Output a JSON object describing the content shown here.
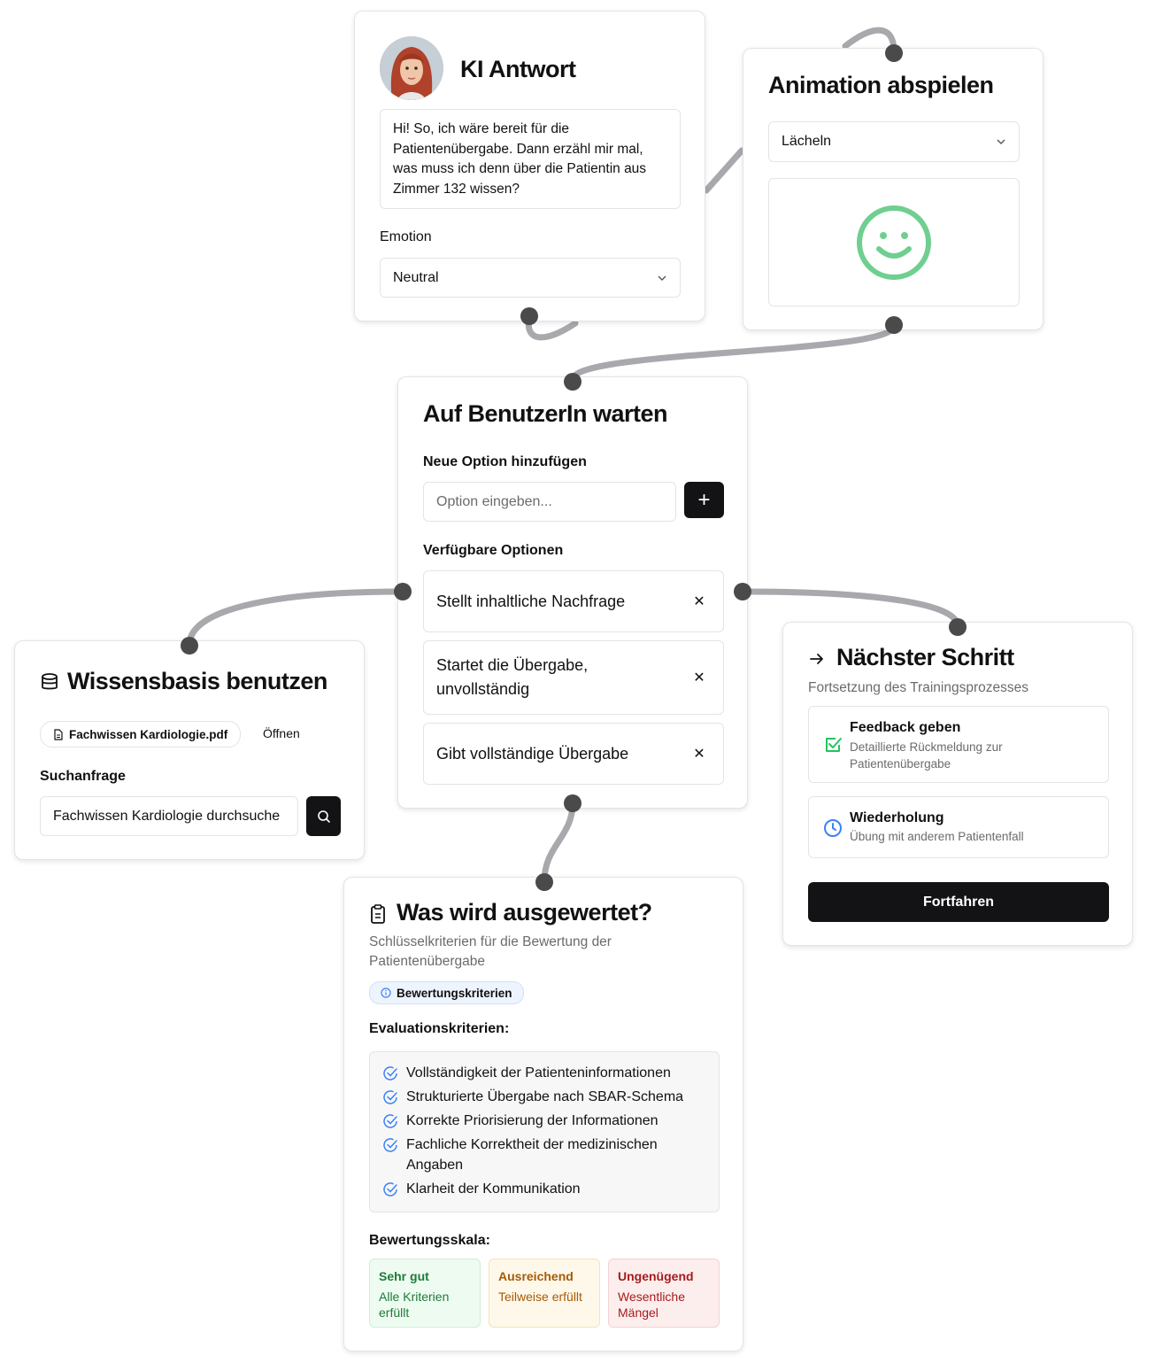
{
  "ki_antwort": {
    "title": "KI Antwort",
    "message": "Hi! So, ich wäre bereit für die Patientenübergabe. Dann erzähl mir mal, was muss ich denn über die Patientin aus Zimmer 132 wissen?",
    "emotion_label": "Emotion",
    "emotion_value": "Neutral"
  },
  "animation": {
    "title": "Animation abspielen",
    "selected": "Lächeln"
  },
  "warten": {
    "title": "Auf BenutzerIn warten",
    "add_label": "Neue Option hinzufügen",
    "input_placeholder": "Option eingeben...",
    "add_button": "+",
    "options_label": "Verfügbare Optionen",
    "options": [
      {
        "text": "Stellt inhaltliche Nachfrage"
      },
      {
        "text": "Startet die Übergabe, unvollständig"
      },
      {
        "text": "Gibt vollständige Übergabe"
      }
    ],
    "remove_glyph": "✕"
  },
  "wissensbasis": {
    "title": "Wissensbasis benutzen",
    "file_name": "Fachwissen Kardiologie.pdf",
    "open_link": "Öffnen",
    "query_label": "Suchanfrage",
    "query_value": "Fachwissen Kardiologie durchsuche"
  },
  "naechster": {
    "title": "Nächster Schritt",
    "subtitle": "Fortsetzung des Trainingsprozesses",
    "items": [
      {
        "title": "Feedback geben",
        "desc": "Detaillierte Rückmeldung zur Patientenübergabe",
        "icon": "check-square-icon"
      },
      {
        "title": "Wiederholung",
        "desc": "Übung mit anderem Patientenfall",
        "icon": "clock-icon"
      }
    ],
    "button": "Fortfahren"
  },
  "bewertung": {
    "title": "Was wird ausgewertet?",
    "subtitle": "Schlüsselkriterien für die Bewertung der Patientenübergabe",
    "badge": "Bewertungskriterien",
    "criteria_label": "Evaluationskriterien:",
    "criteria": [
      "Vollständigkeit der Patienteninformationen",
      "Strukturierte Übergabe nach SBAR-Schema",
      "Korrekte Priorisierung der Informationen",
      "Fachliche Korrektheit der medizinischen Angaben",
      "Klarheit der Kommunikation"
    ],
    "scale_label": "Bewertungsskala:",
    "scale": [
      {
        "title": "Sehr gut",
        "desc": "Alle Kriterien erfüllt"
      },
      {
        "title": "Ausreichend",
        "desc": "Teilweise erfüllt"
      },
      {
        "title": "Ungenügend",
        "desc": "Wesentliche Mängel"
      }
    ]
  },
  "colors": {
    "edge": "#a8a8ad",
    "handle": "#4a4a4a",
    "smiley": "#6fcf8f",
    "check_blue": "#3b82f6",
    "check_green": "#22c55e",
    "good_bg": "#eefbf1",
    "mid_bg": "#fef8ea",
    "bad_bg": "#fdeeee"
  }
}
